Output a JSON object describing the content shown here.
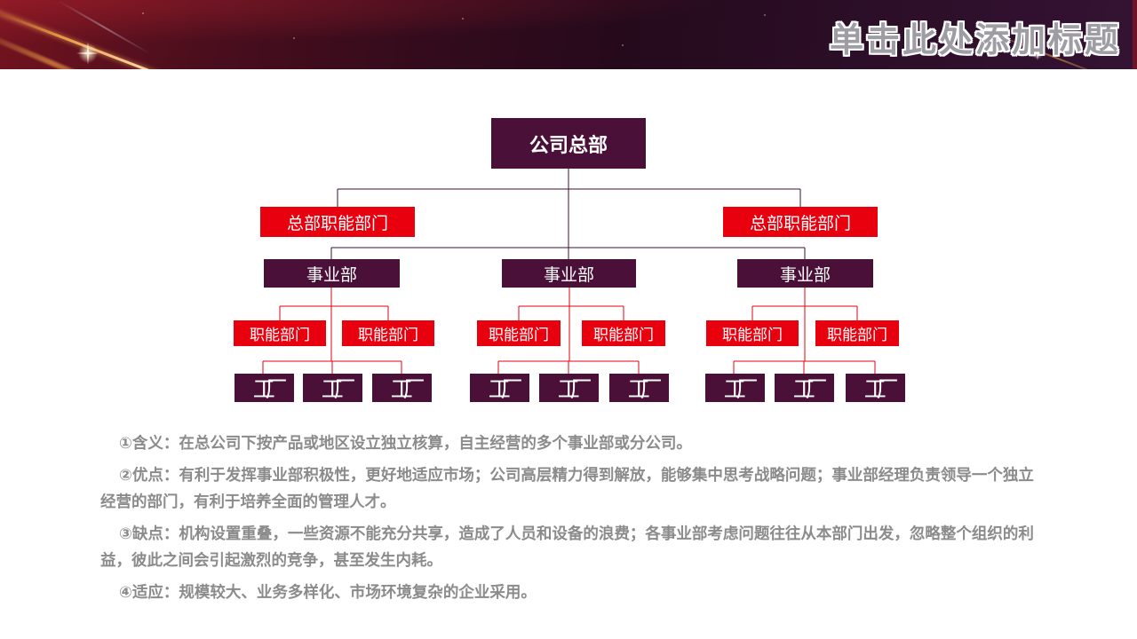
{
  "banner": {
    "title": "单击此处添加标题"
  },
  "org_chart": {
    "root_label": "公司总部",
    "hq_departments": [
      "总部职能部门",
      "总部职能部门"
    ],
    "divisions": [
      {
        "label": "事业部",
        "departments": [
          "职能部门",
          "职能部门"
        ],
        "factories": [
          "工厂",
          "工厂",
          "工厂"
        ]
      },
      {
        "label": "事业部",
        "departments": [
          "职能部门",
          "职能部门"
        ],
        "factories": [
          "工厂",
          "工厂",
          "工厂"
        ]
      },
      {
        "label": "事业部",
        "departments": [
          "职能部门",
          "职能部门"
        ],
        "factories": [
          "工厂",
          "工厂",
          "工厂"
        ]
      }
    ]
  },
  "notes": [
    "①含义：在总公司下按产品或地区设立独立核算，自主经营的多个事业部或分公司。",
    "②优点：有利于发挥事业部积极性，更好地适应市场；公司高层精力得到解放，能够集中思考战略问题；事业部经理负责领导一个独立经营的部门，有利于培养全面的管理人才。",
    "③缺点：机构设置重叠，一些资源不能充分共享，造成了人员和设备的浪费；各事业部考虑问题往往从本部门出发，忽略整个组织的利益，彼此之间会引起激烈的竞争，甚至发生内耗。",
    "④适应：规模较大、业务多样化、市场环境复杂的企业采用。"
  ],
  "colors": {
    "box_dark_purple": "#4a1037",
    "box_red": "#e8000f",
    "connector_dark": "#3a1030",
    "connector_red": "#e8000f",
    "banner_left": "#72131f",
    "banner_right": "#341233",
    "banner_title_fill": "#9d9da3",
    "banner_title_outline": "#ffffff",
    "note_text": "#8b8b8b",
    "streak_gold": "#e89a3f"
  }
}
